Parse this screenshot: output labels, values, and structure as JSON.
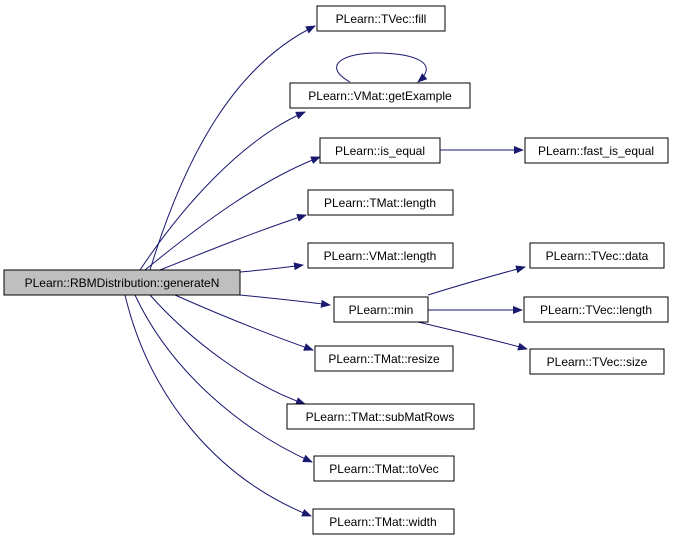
{
  "diagram": {
    "colors": {
      "edge": "#191970",
      "root_fill": "#bfbfbf",
      "node_fill": "#ffffff",
      "node_border": "#000000"
    },
    "nodes": {
      "root": "PLearn::RBMDistribution::generateN",
      "tvec_fill": "PLearn::TVec::fill",
      "vmat_getexample": "PLearn::VMat::getExample",
      "is_equal": "PLearn::is_equal",
      "fast_is_equal": "PLearn::fast_is_equal",
      "tmat_length": "PLearn::TMat::length",
      "vmat_length": "PLearn::VMat::length",
      "min": "PLearn::min",
      "tvec_data": "PLearn::TVec::data",
      "tvec_length": "PLearn::TVec::length",
      "tvec_size": "PLearn::TVec::size",
      "tmat_resize": "PLearn::TMat::resize",
      "tmat_submatrows": "PLearn::TMat::subMatRows",
      "tmat_tovec": "PLearn::TMat::toVec",
      "tmat_width": "PLearn::TMat::width"
    },
    "edges": [
      {
        "from": "root",
        "to": "tvec_fill"
      },
      {
        "from": "root",
        "to": "vmat_getexample"
      },
      {
        "from": "vmat_getexample",
        "to": "vmat_getexample"
      },
      {
        "from": "root",
        "to": "is_equal"
      },
      {
        "from": "is_equal",
        "to": "fast_is_equal"
      },
      {
        "from": "root",
        "to": "tmat_length"
      },
      {
        "from": "root",
        "to": "vmat_length"
      },
      {
        "from": "root",
        "to": "min"
      },
      {
        "from": "min",
        "to": "tvec_data"
      },
      {
        "from": "min",
        "to": "tvec_length"
      },
      {
        "from": "min",
        "to": "tvec_size"
      },
      {
        "from": "root",
        "to": "tmat_resize"
      },
      {
        "from": "root",
        "to": "tmat_submatrows"
      },
      {
        "from": "root",
        "to": "tmat_tovec"
      },
      {
        "from": "root",
        "to": "tmat_width"
      }
    ]
  }
}
